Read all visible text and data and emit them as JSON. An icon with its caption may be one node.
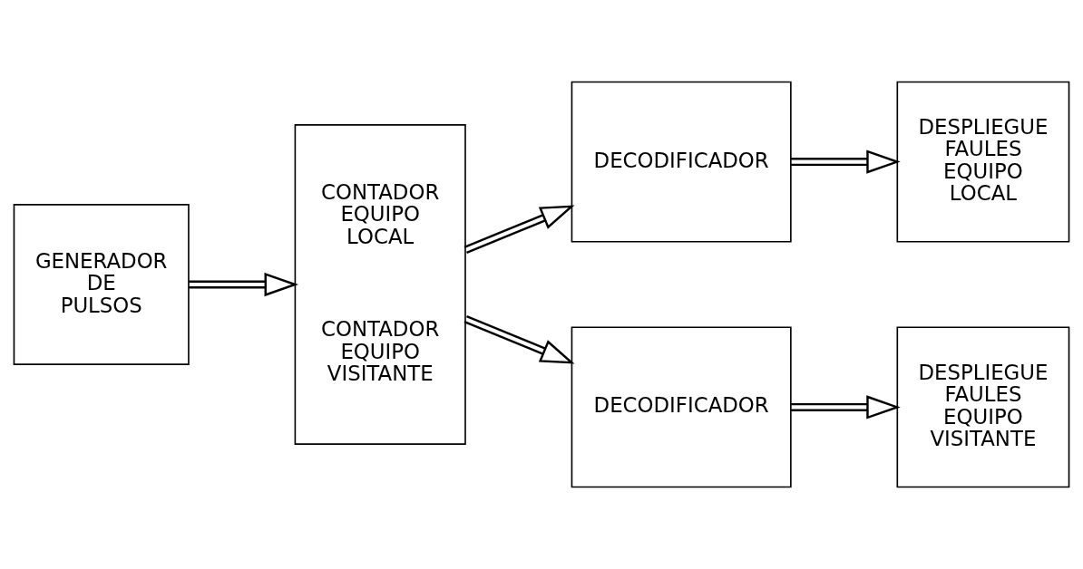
{
  "diagram": {
    "nodes": [
      {
        "text": [
          "GENERADOR DE PULSOS"
        ]
      },
      {
        "text": [
          "CONTADOR EQUIPO LOCAL",
          "CONTADOR EQUIPO VISITANTE"
        ]
      },
      {
        "text": [
          "DECODIFICADOR"
        ]
      },
      {
        "text": [
          "DESPLIEGUE FAULES EQUIPO LOCAL"
        ]
      },
      {
        "text": [
          "DECODIFICADOR"
        ]
      },
      {
        "text": [
          "DESPLIEGUE FAULES EQUIPO VISITANTE"
        ]
      }
    ],
    "edges": [
      {
        "from": 0,
        "to": 1,
        "arrow": "to"
      },
      {
        "from": 1,
        "to": 2,
        "arrow": "to"
      },
      {
        "from": 2,
        "to": 3,
        "arrow": "to"
      },
      {
        "from": 1,
        "to": 4,
        "arrow": "to"
      },
      {
        "from": 4,
        "to": 5,
        "arrow": "to"
      }
    ]
  }
}
